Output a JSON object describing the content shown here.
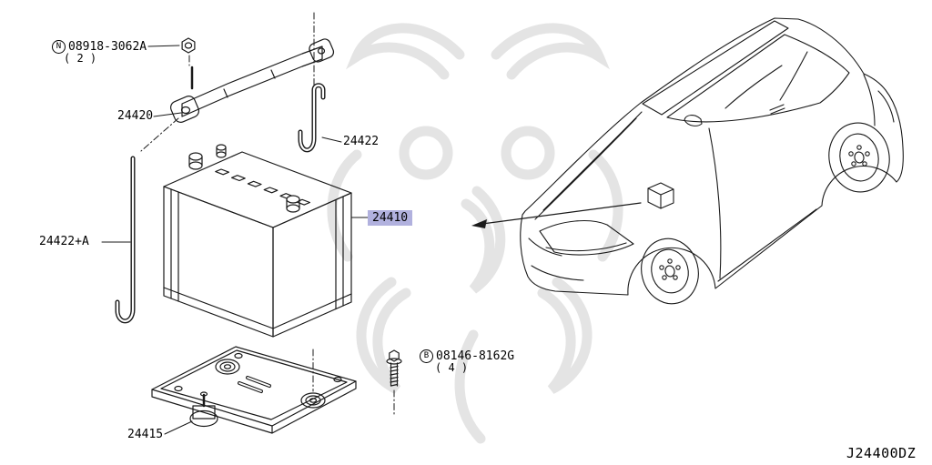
{
  "diagram": {
    "code": "J24400DZ",
    "highlight_color": "#b1b1de",
    "labels": {
      "nut": {
        "badge": "N",
        "number": "08918-3062A",
        "qty": "( 2 )"
      },
      "bracket": {
        "number": "24420"
      },
      "hook_rod": {
        "number": "24422"
      },
      "long_hook_rod": {
        "number": "24422+A"
      },
      "battery": {
        "number": "24410"
      },
      "bolt": {
        "badge": "B",
        "number": "08146-8162G",
        "qty": "( 4 )"
      },
      "tray": {
        "number": "24415"
      }
    },
    "icons": {
      "nut": "hex-nut-icon",
      "bolt": "flange-bolt-icon"
    }
  }
}
